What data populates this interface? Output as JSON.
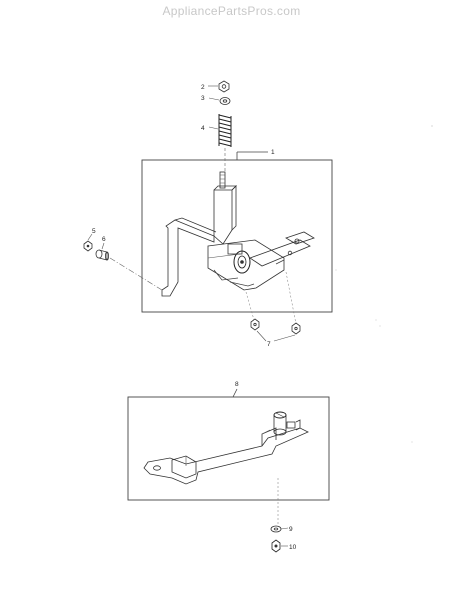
{
  "watermark": "AppliancePartsPros.com",
  "callouts": {
    "c1": "1",
    "c2": "2",
    "c3": "3",
    "c4": "4",
    "c5": "5",
    "c6": "6",
    "c7": "7",
    "c8": "8",
    "c9": "9",
    "c10": "10"
  }
}
